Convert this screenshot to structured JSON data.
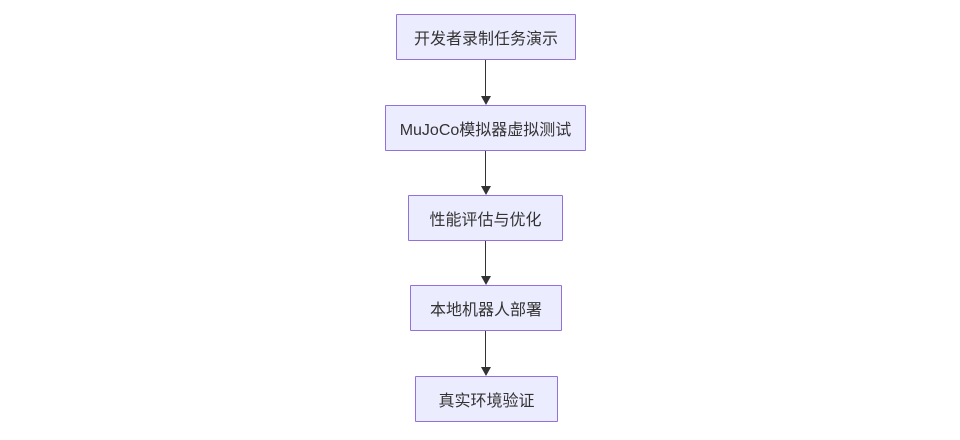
{
  "flowchart": {
    "type": "flowchart",
    "direction": "top-down",
    "background": "#FFFFFF",
    "nodes": [
      {
        "label": "开发者录制任务演示"
      },
      {
        "label": "MuJoCo模拟器虚拟测试"
      },
      {
        "label": "性能评估与优化"
      },
      {
        "label": "本地机器人部署"
      },
      {
        "label": "真实环境验证"
      }
    ],
    "edges": [
      {
        "from": 0,
        "to": 1
      },
      {
        "from": 1,
        "to": 2
      },
      {
        "from": 2,
        "to": 3
      },
      {
        "from": 3,
        "to": 4
      }
    ],
    "colors": {
      "node_fill": "#ECECFF",
      "node_border": "#9370DB",
      "node_text": "#333333",
      "arrow": "#333333"
    }
  }
}
